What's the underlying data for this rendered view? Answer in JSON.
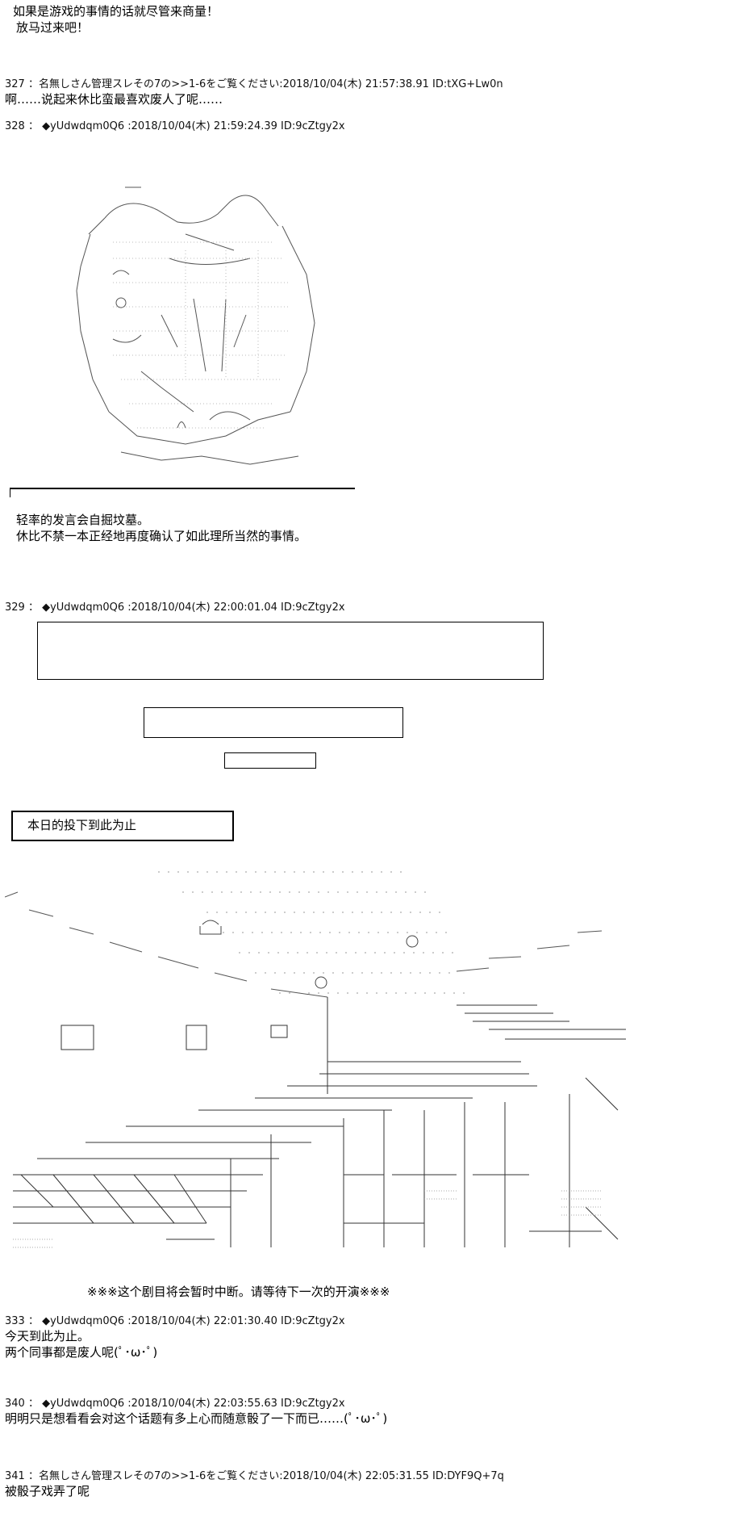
{
  "intro": {
    "line1": "如果是游戏的事情的话就尽管来商量！",
    "line2": "放马过来吧！"
  },
  "posts": {
    "p327": {
      "header": "327 ：名無しさん管理スレその7の>>1-6をご覧ください:2018/10/04(木) 21:57:38.91 ID:tXG+Lw0n",
      "body": "啊……说起来休比蛮最喜欢废人了呢……"
    },
    "p328": {
      "header": "328 ： ◆yUdwdqm0Q6 :2018/10/04(木) 21:59:24.39 ID:9cZtgy2x",
      "text1": "轻率的发言会自掘坟墓。",
      "text2": "休比不禁一本正经地再度确认了如此理所当然的事情。"
    },
    "p329": {
      "header": "329 ： ◆yUdwdqm0Q6 :2018/10/04(木) 22:00:01.04 ID:9cZtgy2x",
      "caption": "本日的投下到此为止",
      "notice": "※※※这个剧目将会暂时中断。请等待下一次的开演※※※"
    },
    "p333": {
      "header": "333 ： ◆yUdwdqm0Q6 :2018/10/04(木) 22:01:30.40 ID:9cZtgy2x",
      "line1": "今天到此为止。",
      "line2": "两个同事都是废人呢(ﾟ･ω･ﾟ)"
    },
    "p340": {
      "header": "340 ： ◆yUdwdqm0Q6 :2018/10/04(木) 22:03:55.63 ID:9cZtgy2x",
      "body": "明明只是想看看会对这个话题有多上心而随意骰了一下而已……(ﾟ･ω･ﾟ)"
    },
    "p341": {
      "header": "341 ：名無しさん管理スレその7の>>1-6をご覧ください:2018/10/04(木) 22:05:31.55 ID:DYF9Q+7q",
      "body": "被骰子戏弄了呢"
    }
  }
}
